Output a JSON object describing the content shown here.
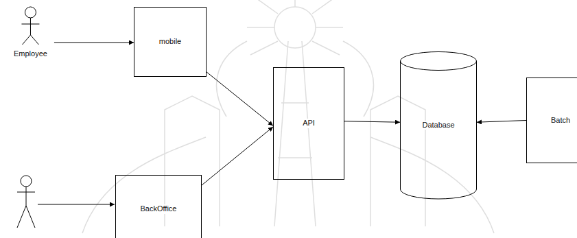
{
  "diagram": {
    "nodes": [
      {
        "text": [
          "Employee"
        ]
      },
      {
        "text": [
          "mobile"
        ]
      },
      {
        "text": [
          "API"
        ]
      },
      {
        "text": [
          "Database"
        ]
      },
      {
        "text": [
          "Batch"
        ]
      },
      {
        "text": [
          "BackOffice"
        ]
      }
    ],
    "edges": [
      {
        "from": 0,
        "to": 1,
        "arrow": "to"
      },
      {
        "from": 1,
        "to": 2,
        "arrow": "to"
      },
      {
        "from": 5,
        "to": 2,
        "arrow": "to"
      },
      {
        "from": 2,
        "to": 3,
        "arrow": "to"
      },
      {
        "from": 4,
        "to": 3,
        "arrow": "to"
      }
    ]
  }
}
